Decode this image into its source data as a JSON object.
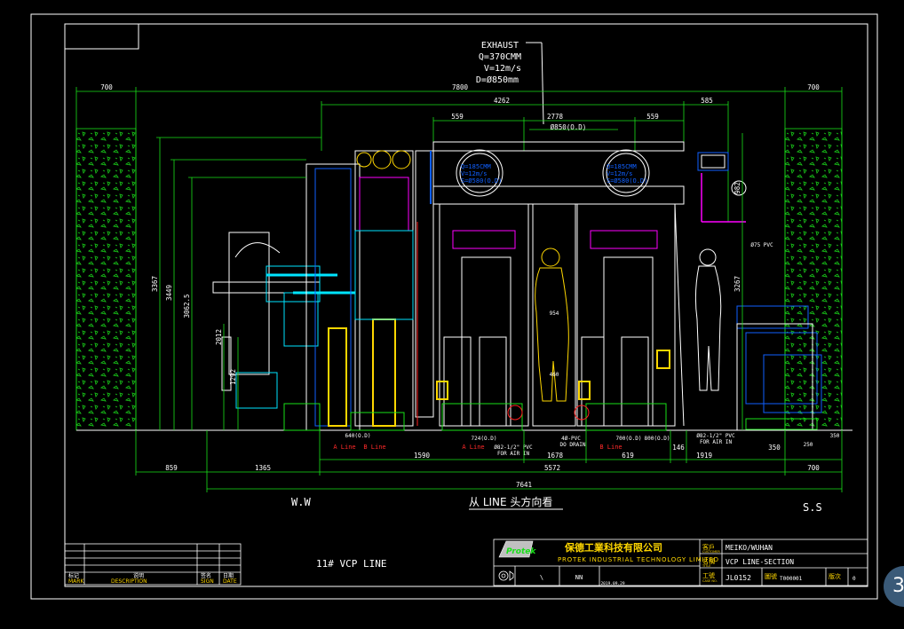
{
  "exhaust": [
    "EXHAUST",
    "Q=370CMM",
    "V=12m/s",
    "D=Ø850mm"
  ],
  "dims_top": [
    "700",
    "7800",
    "700",
    "4262",
    "585",
    "559",
    "2778",
    "559",
    "Ø850(O.D)"
  ],
  "duct_left": [
    "Q=185CMM",
    "V=12m/s",
    "S=Ø580(O.D)"
  ],
  "duct_right": [
    "Q=185CMM",
    "V=12m/s",
    "S=Ø580(O.D)"
  ],
  "dims_left": [
    "3367",
    "3449",
    "3062.5",
    "2012",
    "1292"
  ],
  "dims_right": [
    "982",
    "3267"
  ],
  "labels_small": [
    "954",
    "460",
    "Ø75 PVC",
    "640(O.D)",
    "724(O.D)",
    "700(O.D)",
    "800(O.D)",
    "4Ø-PVC",
    "DO DRAIN",
    "Ø82-1/2\" PVC",
    "FOR AIR IN",
    "Ø82-1/2\" PVC",
    "FOR AIR IN",
    "350",
    "250"
  ],
  "line_labels": [
    "A Line",
    "B Line",
    "A Line",
    "B Line"
  ],
  "dims_bottom_row1": [
    "1590",
    "1678",
    "619",
    "146",
    "1919",
    "350"
  ],
  "dims_bottom_row2": [
    "859",
    "1365",
    "5572",
    "700"
  ],
  "dims_bottom_row3": [
    "7641"
  ],
  "side_left": "W.W",
  "side_right": "S.S",
  "view_title": "从 LINE 头方向看",
  "rev_block": {
    "headers": [
      "标记",
      "说明",
      "签名",
      "日期"
    ],
    "headers_en": [
      "MARK",
      "DESCRIPTION",
      "SIGN",
      "DATE"
    ]
  },
  "drawing_name": "11# VCP LINE",
  "company_cn": "保德工業科技有限公司",
  "company_en": "PROTEK INDUSTRIAL TECHNOLOGY LIMITED",
  "logo_text": "Protek",
  "customer_label": "客戶",
  "customer_label_en": "CUSTOMER",
  "customer": "MEIKO/WUHAN",
  "title_label": "名稱",
  "title_label_en": "TITLE",
  "title": "VCP LINE-SECTION",
  "job_label": "工號",
  "job_label_en": "CASE NO.",
  "job_no": "JL0152",
  "drawing_no_label": "圖號",
  "drawing_no": "T000001",
  "rev_label": "版次",
  "rev": "0",
  "scale_cells": [
    "\\",
    "NN",
    "2019.09.29"
  ],
  "page_badge": "3"
}
